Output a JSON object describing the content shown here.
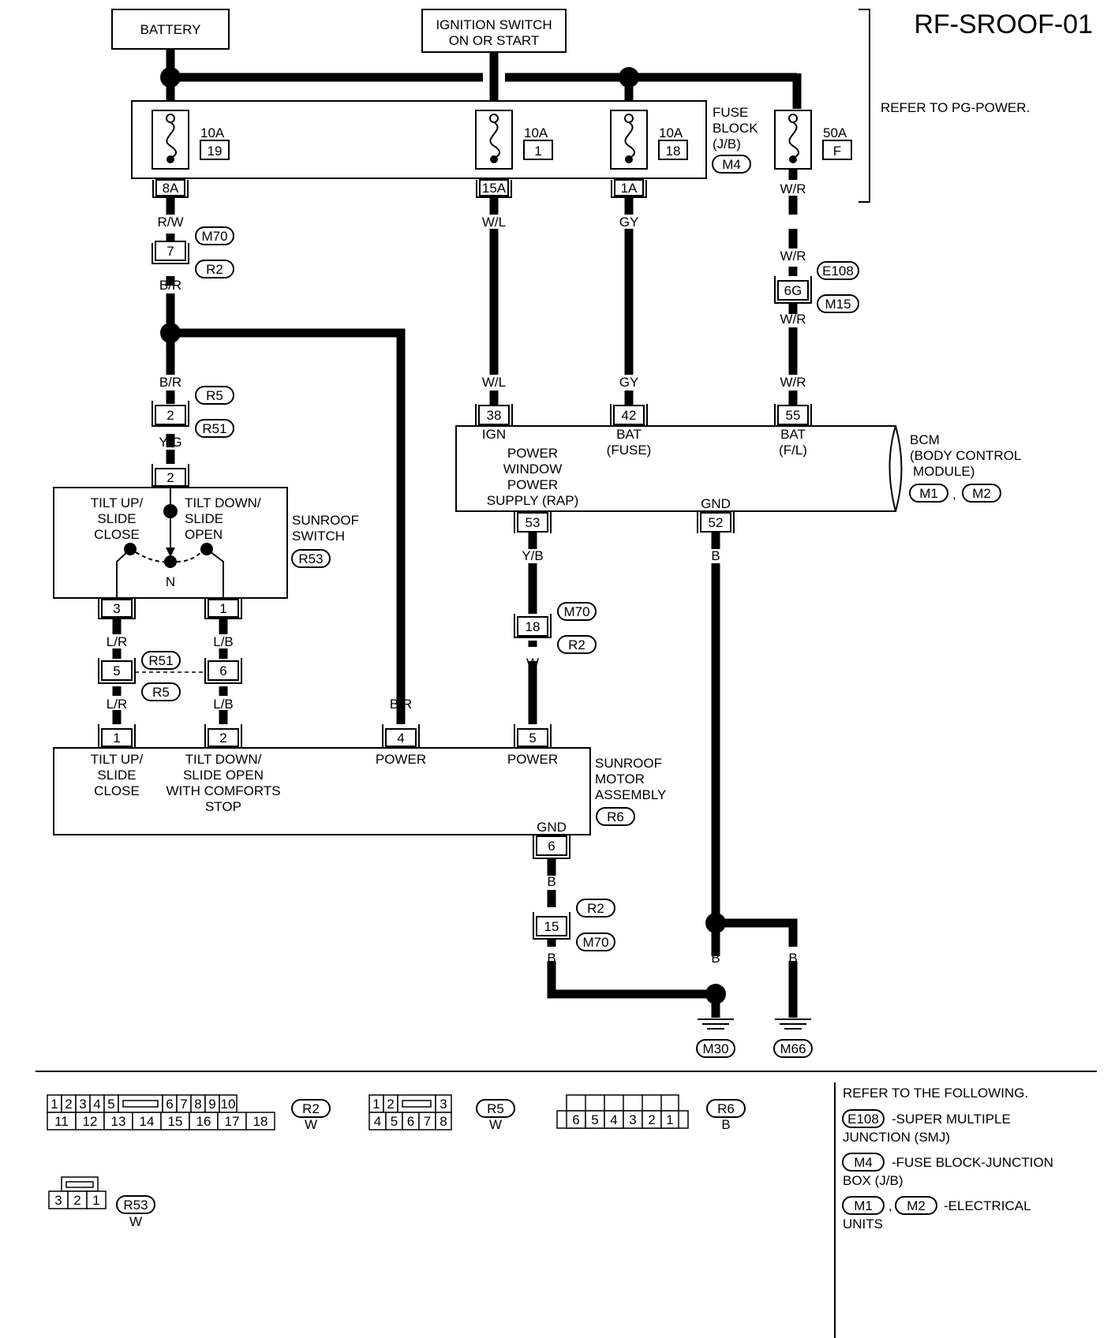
{
  "title": "RF-SROOF-01",
  "refer_power": "REFER TO PG-POWER.",
  "battery": "BATTERY",
  "ignition": [
    "IGNITION SWITCH",
    "ON OR START"
  ],
  "fuse_block": {
    "label": [
      "FUSE",
      "BLOCK",
      "(J/B)"
    ],
    "connector": "M4",
    "fuses": [
      {
        "amp": "10A",
        "num": "19",
        "term": "8A"
      },
      {
        "amp": "10A",
        "num": "1",
        "term": "15A"
      },
      {
        "amp": "10A",
        "num": "18",
        "term": "1A"
      },
      {
        "amp": "50A",
        "num": "F"
      }
    ]
  },
  "wire_colors": {
    "rw": "R/W",
    "br": "B/R",
    "wl": "W/L",
    "gy": "GY",
    "wr": "W/R",
    "yg": "Y/G",
    "lr": "L/R",
    "lb": "L/B",
    "yb": "Y/B",
    "w": "W",
    "b": "B"
  },
  "connectors": {
    "m70": "M70",
    "r2": "R2",
    "r5": "R5",
    "r51": "R51",
    "e108": "E108",
    "m15": "M15",
    "r53": "R53",
    "r6": "R6",
    "m1": "M1",
    "m2": "M2",
    "m30": "M30",
    "m66": "M66",
    "m4": "M4"
  },
  "pins": {
    "p7": "7",
    "p2": "2",
    "p3": "3",
    "p1": "1",
    "p5": "5",
    "p6": "6",
    "p4": "4",
    "p18": "18",
    "p15": "15",
    "p6g": "6G",
    "p38": "38",
    "p42": "42",
    "p55": "55",
    "p53": "53",
    "p52": "52"
  },
  "bcm": {
    "label": [
      "BCM",
      "(BODY CONTROL",
      "MODULE)"
    ],
    "ign": "IGN",
    "bat_fuse": [
      "BAT",
      "(FUSE)"
    ],
    "bat_fl": [
      "BAT",
      "(F/L)"
    ],
    "pwr": [
      "POWER",
      "WINDOW",
      "POWER",
      "SUPPLY (RAP)"
    ],
    "gnd": "GND"
  },
  "sunroof_switch": {
    "label": [
      "SUNROOF",
      "SWITCH"
    ],
    "left": [
      "TILT UP/",
      "SLIDE",
      "CLOSE"
    ],
    "right": [
      "TILT DOWN/",
      "SLIDE",
      "OPEN"
    ],
    "neutral": "N"
  },
  "motor": {
    "label": [
      "SUNROOF",
      "MOTOR",
      "ASSEMBLY"
    ],
    "pin1": [
      "TILT UP/",
      "SLIDE",
      "CLOSE"
    ],
    "pin2": [
      "TILT DOWN/",
      "SLIDE OPEN",
      "WITH COMFORTS",
      "STOP"
    ],
    "power": "POWER",
    "gnd": "GND"
  },
  "connector_views": {
    "r2": {
      "name": "R2",
      "color": "W",
      "row1": [
        "1",
        "2",
        "3",
        "4",
        "5",
        "6",
        "7",
        "8",
        "9",
        "10"
      ],
      "row2": [
        "11",
        "12",
        "13",
        "14",
        "15",
        "16",
        "17",
        "18"
      ]
    },
    "r5": {
      "name": "R5",
      "color": "W",
      "row1": [
        "1",
        "2",
        "3"
      ],
      "row2": [
        "4",
        "5",
        "6",
        "7",
        "8"
      ]
    },
    "r6": {
      "name": "R6",
      "color": "B",
      "row": [
        "6",
        "5",
        "4",
        "3",
        "2",
        "1"
      ]
    },
    "r53": {
      "name": "R53",
      "color": "W",
      "row": [
        "3",
        "2",
        "1"
      ]
    }
  },
  "reference": {
    "heading": "REFER TO THE FOLLOWING.",
    "e108": {
      "conn": "E108",
      "text": [
        "-SUPER MULTIPLE",
        "JUNCTION (SMJ)"
      ]
    },
    "m4": {
      "conn": "M4",
      "text": [
        "-FUSE BLOCK-JUNCTION",
        "BOX (J/B)"
      ]
    },
    "m1m2": {
      "c1": "M1",
      "sep": ",",
      "c2": "M2",
      "text": [
        "-ELECTRICAL",
        "UNITS"
      ]
    }
  }
}
